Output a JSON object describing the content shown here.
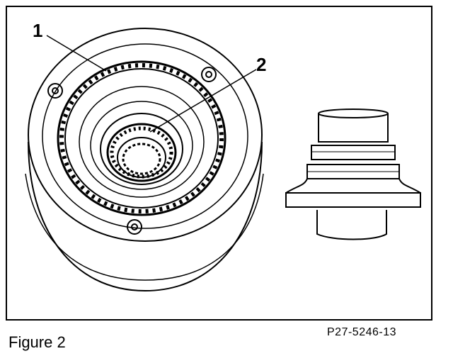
{
  "figure": {
    "caption": "Figure 2",
    "reference_code": "P27-5246-13",
    "callouts": [
      {
        "label": "1"
      },
      {
        "label": "2"
      }
    ]
  }
}
